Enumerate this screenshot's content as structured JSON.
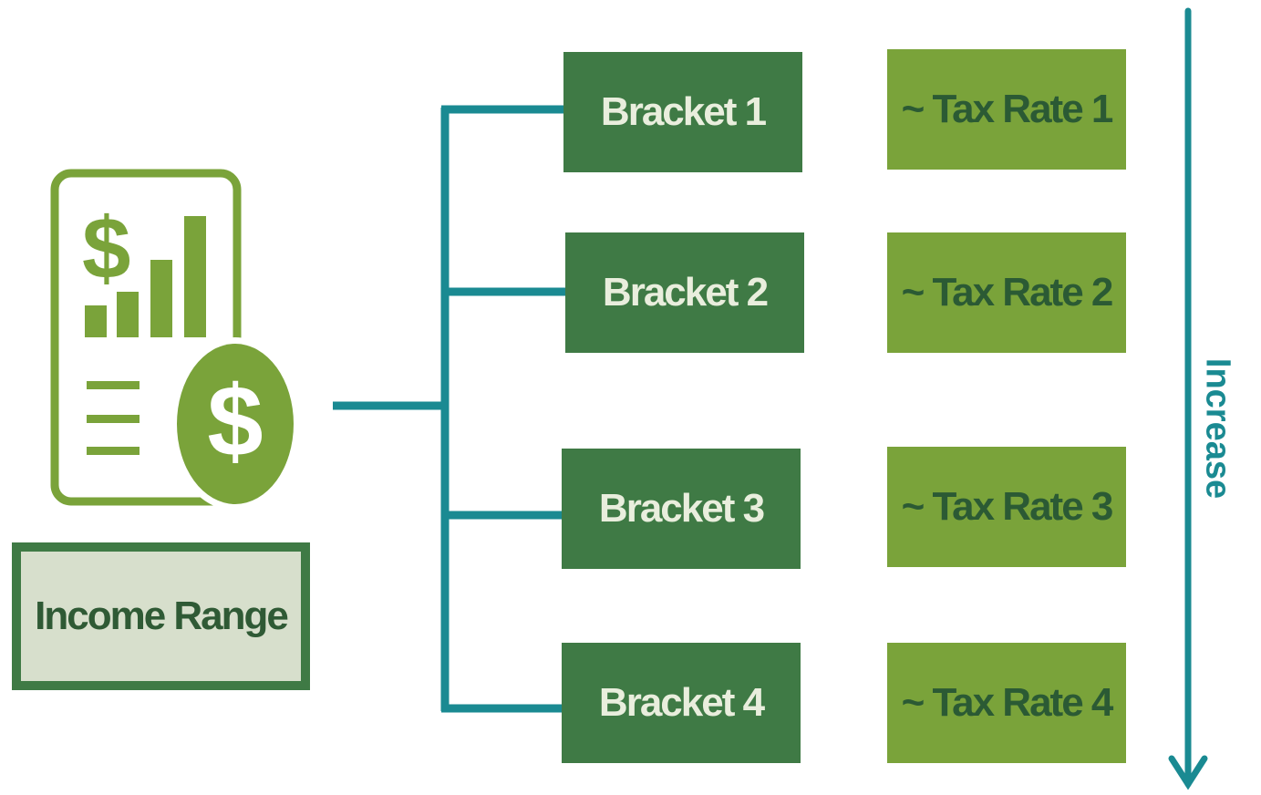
{
  "diagram": {
    "source_label": "Income Range",
    "brackets": [
      {
        "label": "Bracket 1",
        "rate": "~ Tax Rate 1"
      },
      {
        "label": "Bracket 2",
        "rate": "~ Tax Rate 2"
      },
      {
        "label": "Bracket 3",
        "rate": "~ Tax Rate 3"
      },
      {
        "label": "Bracket 4",
        "rate": "~ Tax Rate 4"
      }
    ],
    "direction_label": "Increase"
  },
  "icons": {
    "report": "financial-report-icon",
    "coin": "dollar-coin-icon",
    "arrow": "down-arrow-icon"
  },
  "colors": {
    "connector": "#1a8a92",
    "bracket_box": "#3f7a45",
    "rate_box": "#7aa33a",
    "icon": "#7aa33a",
    "label_bg": "#d7dfcc"
  }
}
